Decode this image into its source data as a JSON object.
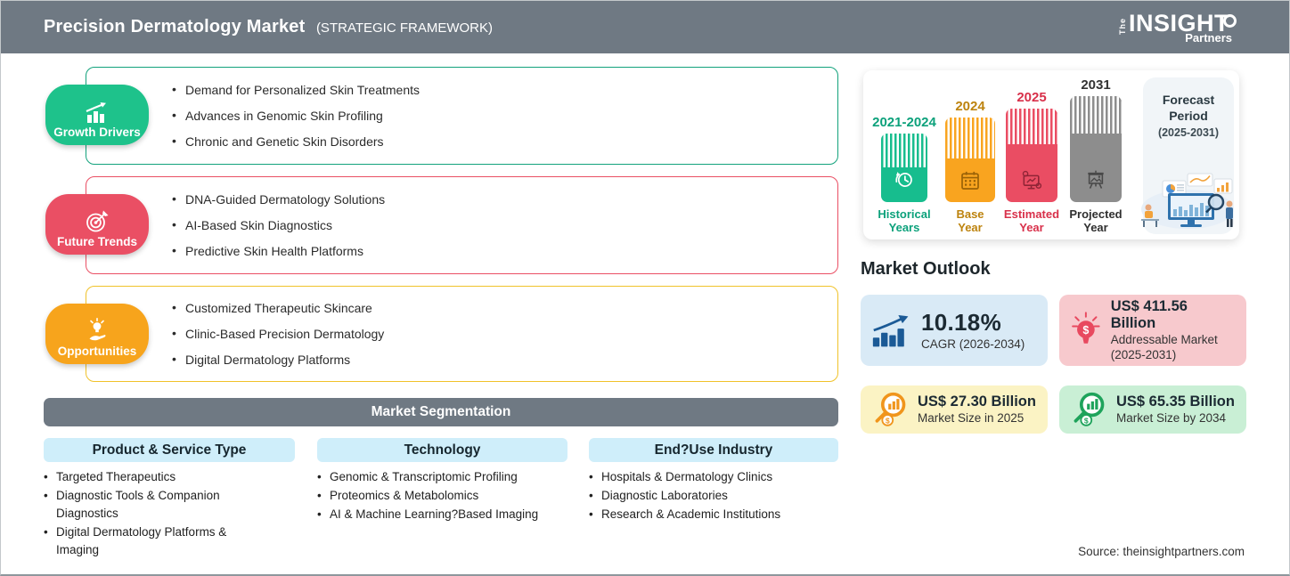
{
  "header": {
    "title": "Precision Dermatology Market",
    "subtitle": "(STRATEGIC FRAMEWORK)",
    "logo_the": "The",
    "logo_insight": "INSIGHT",
    "logo_partners": "Partners"
  },
  "sections": [
    {
      "label": "Growth Drivers",
      "accent_color": "#1ec28b",
      "border_color": "#12a27c",
      "items": [
        "Demand for Personalized Skin Treatments",
        "Advances in Genomic Skin Profiling",
        "Chronic and Genetic Skin Disorders"
      ]
    },
    {
      "label": "Future Trends",
      "accent_color": "#ea4f64",
      "border_color": "#ea4f64",
      "items": [
        "DNA-Guided Dermatology Solutions",
        "AI-Based Skin Diagnostics",
        "Predictive Skin Health Platforms"
      ]
    },
    {
      "label": "Opportunities",
      "accent_color": "#f7a41c",
      "border_color": "#f0c22a",
      "items": [
        "Customized Therapeutic Skincare",
        "Clinic-Based Precision Dermatology",
        "Digital Dermatology Platforms"
      ]
    }
  ],
  "segmentation": {
    "title": "Market Segmentation",
    "columns": [
      {
        "title": "Product & Service Type",
        "items": [
          "Targeted Therapeutics",
          "Diagnostic Tools & Companion Diagnostics",
          "Digital Dermatology Platforms & Imaging"
        ]
      },
      {
        "title": "Technology",
        "items": [
          "Genomic & Transcriptomic Profiling",
          "Proteomics & Metabolomics",
          "AI & Machine Learning?Based Imaging"
        ]
      },
      {
        "title": "End?Use Industry",
        "items": [
          "Hospitals & Dermatology Clinics",
          "Diagnostic Laboratories",
          "Research & Academic Institutions"
        ]
      }
    ]
  },
  "timeline": {
    "bars": [
      {
        "year": "2021-2024",
        "label1": "Historical",
        "label2": "Years",
        "color": "#17bd8e",
        "text_color": "#0ca17b"
      },
      {
        "year": "2024",
        "label1": "Base",
        "label2": "Year",
        "color": "#f9a41f",
        "text_color": "#bd830e"
      },
      {
        "year": "2025",
        "label1": "Estimated",
        "label2": "Year",
        "color": "#ea4d63",
        "text_color": "#d8304a"
      },
      {
        "year": "2031",
        "label1": "Projected",
        "label2": "Year",
        "color": "#8d8d8d",
        "text_color": "#333333"
      }
    ],
    "forecast1": "Forecast",
    "forecast2": "Period",
    "forecast3": "(2025-2031)"
  },
  "outlook": {
    "title": "Market Outlook",
    "cards": [
      {
        "value": "10.18%",
        "label": "CAGR (2026-2034)",
        "bg": "#d9eaf6"
      },
      {
        "value": "US$ 411.56 Billion",
        "label": "Addressable Market",
        "sublabel": "(2025-2031)",
        "bg": "#f7c9cd"
      },
      {
        "value": "US$ 27.30 Billion",
        "label": "Market Size in 2025",
        "bg": "#fbf3c4"
      },
      {
        "value": "US$ 65.35 Billion",
        "label": "Market Size by 2034",
        "bg": "#c9efd5"
      }
    ]
  },
  "source": "Source: theinsightpartners.com"
}
